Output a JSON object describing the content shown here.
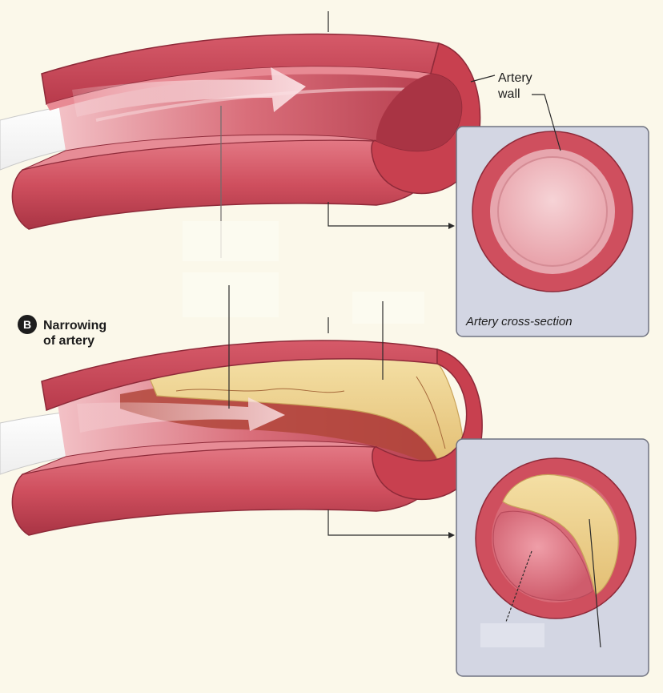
{
  "labels": {
    "artery_wall_line1": "Artery",
    "artery_wall_line2": "wall",
    "cross_section_caption": "Artery cross-section",
    "panel_b_badge": "B",
    "panel_b_title_line1": "Narrowing",
    "panel_b_title_line2": "of artery"
  },
  "colors": {
    "background": "#fbf8ea",
    "artery_outer": "#cf4f5e",
    "artery_dark": "#a93444",
    "artery_light": "#e88a94",
    "artery_edge": "#8e2a39",
    "lumen_pink": "#e79aa2",
    "lumen_light": "#f4c9cd",
    "plaque": "#ecd08c",
    "plaque_dark": "#c9a35a",
    "blood_dark": "#b1473b",
    "panel_fill": "#d3d6e3",
    "panel_stroke": "#707381",
    "leader_line": "#2a2a2a"
  },
  "icons": {
    "flow_arrow": "arrow-right-icon",
    "panel_badge": "circle-letter-icon"
  }
}
